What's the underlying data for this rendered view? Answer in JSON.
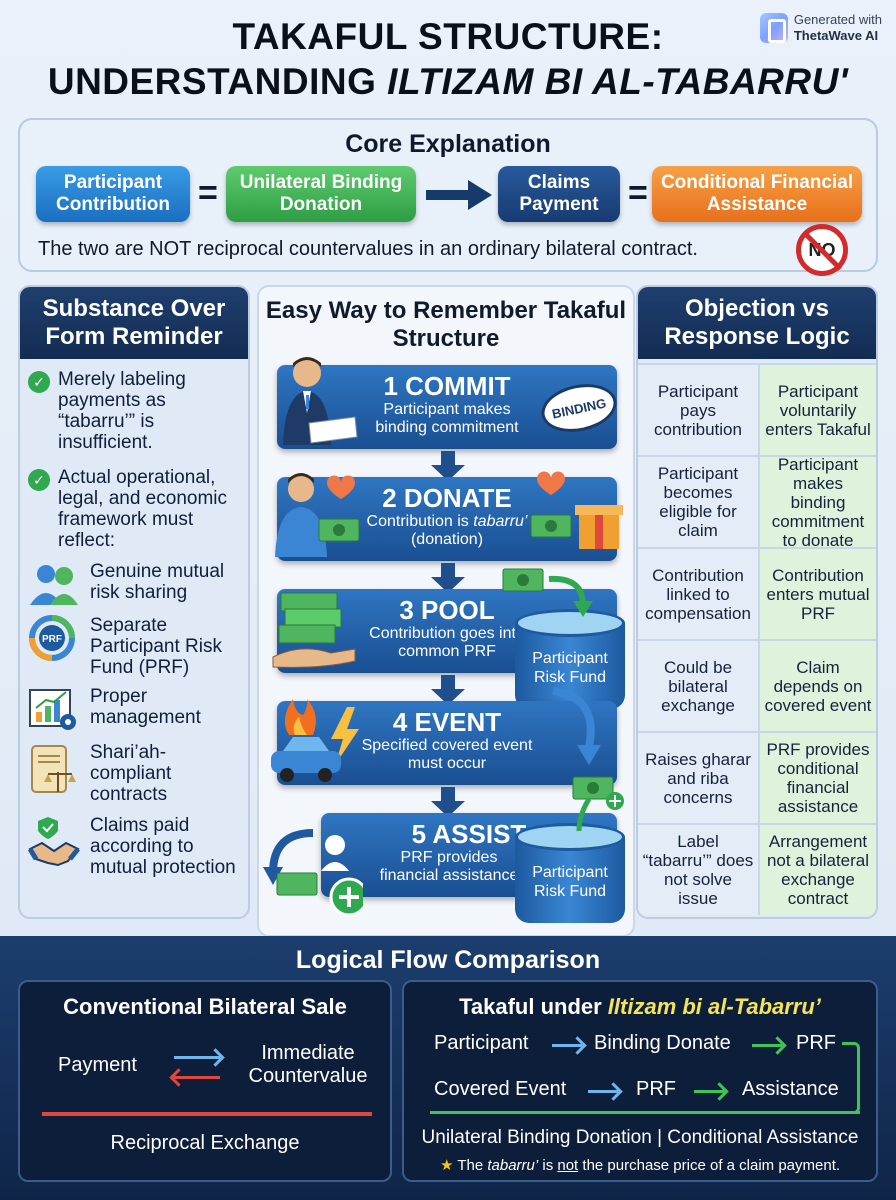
{
  "header": {
    "title_line1": "TAKAFUL STRUCTURE:",
    "title_line2_prefix": "UNDERSTANDING ",
    "title_line2_em": "ILTIZAM BI AL-TABARRU'",
    "badge_line1": "Generated with",
    "badge_line2": "ThetaWave AI"
  },
  "core": {
    "title": "Core Explanation",
    "box1": "Participant Contribution",
    "box2": "Unilateral Binding Donation",
    "box3": "Claims Payment",
    "box4": "Conditional Financial Assistance",
    "eq": "=",
    "note": "The two are NOT reciprocal countervalues in an ordinary bilateral contract.",
    "no_label": "NO"
  },
  "left_panel": {
    "title": "Substance Over Form Reminder",
    "check1": "Merely labeling payments as “tabarru’” is insufficient.",
    "check2": "Actual operational, legal, and economic framework must reflect:",
    "items": [
      {
        "label": "Genuine mutual risk sharing",
        "icon": "people-icon"
      },
      {
        "label": "Separate Participant Risk Fund (PRF)",
        "icon": "prf-icon"
      },
      {
        "label": "Proper management",
        "icon": "chart-gear-icon"
      },
      {
        "label": "Shari’ah-compliant contracts",
        "icon": "scroll-scale-icon"
      },
      {
        "label": "Claims paid according to mutual protection",
        "icon": "handshake-icon"
      }
    ]
  },
  "center_panel": {
    "title": "Easy Way to Remember Takaful Structure",
    "steps": [
      {
        "num": "1 COMMIT",
        "desc": "Participant makes binding commitment"
      },
      {
        "num": "2 DONATE",
        "desc_a": "Contribution is ",
        "desc_em": "tabarru’",
        "desc_b": " (donation)"
      },
      {
        "num": "3 POOL",
        "desc": "Contribution goes into common PRF"
      },
      {
        "num": "4 EVENT",
        "desc": "Specified covered event must occur"
      },
      {
        "num": "5 ASSIST",
        "desc": "PRF provides financial assistance"
      }
    ],
    "binding_stamp": "BINDING",
    "tank_label": "Participant Risk Fund"
  },
  "right_panel": {
    "title": "Objection vs Response Logic",
    "rows": [
      {
        "objection": "Participant pays contribution",
        "response": "Participant voluntarily enters Takaful"
      },
      {
        "objection": "Participant becomes eligible for claim",
        "response": "Participant makes binding commitment to donate"
      },
      {
        "objection": "Contribution linked to compensation",
        "response": "Contribution enters mutual PRF"
      },
      {
        "objection": "Could be bilateral exchange",
        "response": "Claim depends on covered event"
      },
      {
        "objection": "Raises gharar and riba concerns",
        "response": "PRF provides conditional financial assistance"
      },
      {
        "objection": "Label “tabarru’” does not solve issue",
        "response": "Arrangement not a bilateral exchange contract"
      }
    ]
  },
  "bottom": {
    "title": "Logical Flow Comparison",
    "conventional": {
      "title": "Conventional Bilateral Sale",
      "payment": "Payment",
      "countervalue": "Immediate Countervalue",
      "footer": "Reciprocal Exchange"
    },
    "takaful": {
      "title_prefix": "Takaful under ",
      "title_em": "Iltizam bi al-Tabarru’",
      "n1": "Participant",
      "n2": "Binding Donate",
      "n3": "PRF",
      "n4": "Covered Event",
      "n5": "PRF",
      "n6": "Assistance",
      "summary": "Unilateral Binding Donation | Conditional Assistance",
      "footnote_a": "The ",
      "footnote_em": "tabarru’",
      "footnote_b": " is ",
      "footnote_u": "not",
      "footnote_c": " the purchase price of a claim payment."
    }
  }
}
